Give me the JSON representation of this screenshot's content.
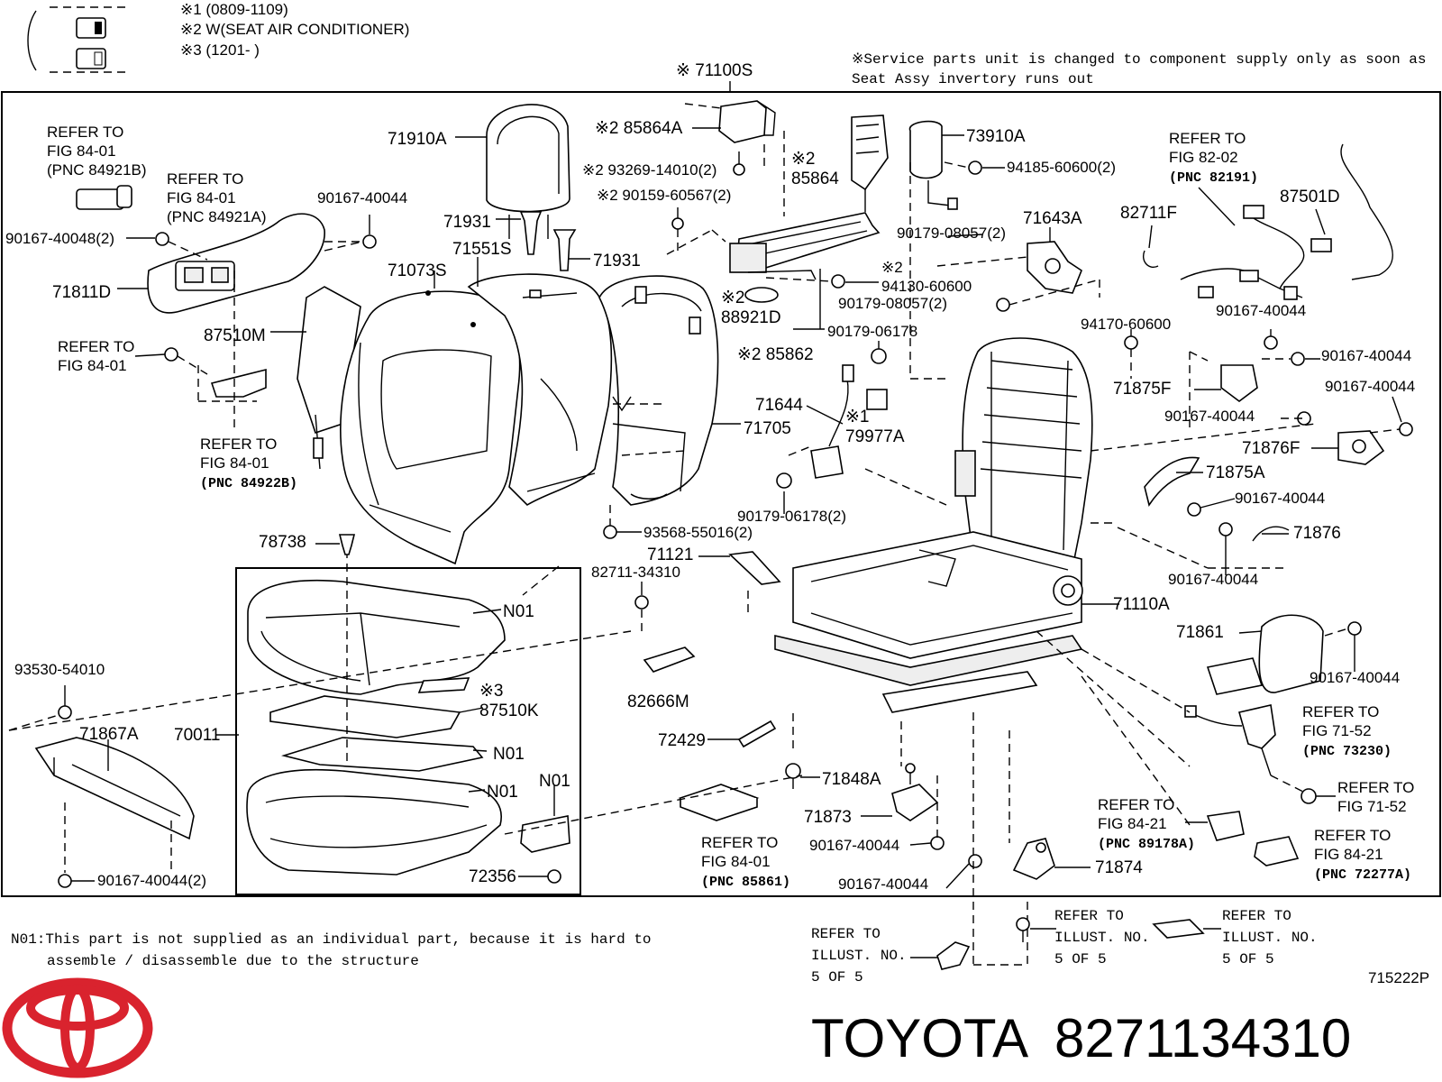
{
  "notes": {
    "note1": "※1 (0809-1109)",
    "note2": "※2 W(SEAT AIR CONDITIONER)",
    "note3": "※3 (1201-       )",
    "service_line1": "※Service parts unit is changed to component supply only as soon as",
    "service_line2": "Seat Assy invertory runs out",
    "main_assembly": "※ 71100S",
    "n01_line1": "N01:This part is not supplied as an individual part, because it is hard to",
    "n01_line2": "assemble / disassemble due to the structure",
    "figure_id": "715222P"
  },
  "labels": [
    {
      "id": "ref-84-01-a",
      "lines": [
        "REFER TO",
        "FIG 84-01",
        "(PNC 84921B)"
      ],
      "bold": false
    },
    {
      "id": "ref-84-01-b",
      "lines": [
        "REFER TO",
        "FIG 84-01",
        "(PNC 84921A)"
      ],
      "bold": false
    },
    {
      "id": "p-90167-40048",
      "lines": [
        "90167-40048(2)"
      ]
    },
    {
      "id": "p-90167-40044-a",
      "lines": [
        "90167-40044"
      ]
    },
    {
      "id": "p-71811d",
      "lines": [
        "71811D"
      ]
    },
    {
      "id": "p-71910a",
      "lines": [
        "71910A"
      ]
    },
    {
      "id": "p-71931-a",
      "lines": [
        "71931"
      ]
    },
    {
      "id": "p-71931-b",
      "lines": [
        "71931"
      ]
    },
    {
      "id": "p-71551s",
      "lines": [
        "71551S"
      ]
    },
    {
      "id": "p-71073s",
      "lines": [
        "71073S"
      ]
    },
    {
      "id": "p-87510m",
      "lines": [
        "87510M"
      ]
    },
    {
      "id": "ref-84-01-c",
      "lines": [
        "REFER TO",
        "FIG 84-01"
      ]
    },
    {
      "id": "ref-84-01-d",
      "lines": [
        "REFER TO",
        "FIG 84-01"
      ],
      "pnc": "(PNC  84922B)"
    },
    {
      "id": "p-85864a",
      "lines": [
        "※2 85864A"
      ]
    },
    {
      "id": "p-93269",
      "lines": [
        "※2 93269-14010(2)"
      ]
    },
    {
      "id": "p-90159",
      "lines": [
        "※2 90159-60567(2)"
      ]
    },
    {
      "id": "p-85864",
      "lines": [
        "※2",
        "85864"
      ]
    },
    {
      "id": "p-73910a",
      "lines": [
        "73910A"
      ]
    },
    {
      "id": "p-94185",
      "lines": [
        "94185-60600(2)"
      ]
    },
    {
      "id": "p-90179-08057-a",
      "lines": [
        "90179-08057(2)"
      ]
    },
    {
      "id": "p-71643a",
      "lines": [
        "71643A"
      ]
    },
    {
      "id": "p-82711f",
      "lines": [
        "82711F"
      ]
    },
    {
      "id": "ref-82-02",
      "lines": [
        "REFER TO",
        "FIG 82-02"
      ],
      "pnc": "(PNC  82191)"
    },
    {
      "id": "p-87501d",
      "lines": [
        "87501D"
      ]
    },
    {
      "id": "p-94130",
      "lines": [
        "※2",
        "94130-60600"
      ]
    },
    {
      "id": "p-90179-08057-b",
      "lines": [
        "90179-08057(2)"
      ]
    },
    {
      "id": "p-88921d",
      "lines": [
        "※2",
        "88921D"
      ]
    },
    {
      "id": "p-85862",
      "lines": [
        "※2 85862"
      ]
    },
    {
      "id": "p-90179-06178-a",
      "lines": [
        "90179-06178"
      ]
    },
    {
      "id": "p-94170",
      "lines": [
        "94170-60600"
      ]
    },
    {
      "id": "p-90167-40044-b",
      "lines": [
        "90167-40044"
      ]
    },
    {
      "id": "p-90167-40044-c",
      "lines": [
        "90167-40044"
      ]
    },
    {
      "id": "p-71644",
      "lines": [
        "71644"
      ]
    },
    {
      "id": "p-71705",
      "lines": [
        "71705"
      ]
    },
    {
      "id": "p-79977a",
      "lines": [
        "※1",
        "79977A"
      ]
    },
    {
      "id": "p-71875f",
      "lines": [
        "71875F"
      ]
    },
    {
      "id": "p-90167-40044-d",
      "lines": [
        "90167-40044"
      ]
    },
    {
      "id": "p-90167-40044-e",
      "lines": [
        "90167-40044"
      ]
    },
    {
      "id": "p-71876f",
      "lines": [
        "71876F"
      ]
    },
    {
      "id": "p-71875a",
      "lines": [
        "71875A"
      ]
    },
    {
      "id": "p-90167-40044-f",
      "lines": [
        "90167-40044"
      ]
    },
    {
      "id": "p-71876",
      "lines": [
        "71876"
      ]
    },
    {
      "id": "p-90167-40044-g",
      "lines": [
        "90167-40044"
      ]
    },
    {
      "id": "p-90179-06178-b",
      "lines": [
        "90179-06178(2)"
      ]
    },
    {
      "id": "p-93568",
      "lines": [
        "93568-55016(2)"
      ]
    },
    {
      "id": "p-78738",
      "lines": [
        "78738"
      ]
    },
    {
      "id": "p-71121",
      "lines": [
        "71121"
      ]
    },
    {
      "id": "p-82711-34310",
      "lines": [
        "82711-34310"
      ]
    },
    {
      "id": "p-71110a",
      "lines": [
        "71110A"
      ]
    },
    {
      "id": "p-71861",
      "lines": [
        "71861"
      ]
    },
    {
      "id": "p-90167-40044-h",
      "lines": [
        "90167-40044"
      ]
    },
    {
      "id": "p-n01-a",
      "lines": [
        "N01"
      ]
    },
    {
      "id": "p-93530",
      "lines": [
        "93530-54010"
      ]
    },
    {
      "id": "p-87510k",
      "lines": [
        "※3",
        "87510K"
      ]
    },
    {
      "id": "p-82666m",
      "lines": [
        "82666M"
      ]
    },
    {
      "id": "p-71867a",
      "lines": [
        "71867A"
      ]
    },
    {
      "id": "p-70011",
      "lines": [
        "70011"
      ]
    },
    {
      "id": "p-n01-b",
      "lines": [
        "N01"
      ]
    },
    {
      "id": "p-n01-c",
      "lines": [
        "N01"
      ]
    },
    {
      "id": "p-n01-d",
      "lines": [
        "N01"
      ]
    },
    {
      "id": "p-72429",
      "lines": [
        "72429"
      ]
    },
    {
      "id": "p-71848a",
      "lines": [
        "71848A"
      ]
    },
    {
      "id": "ref-71-52-a",
      "lines": [
        "REFER TO",
        "FIG 71-52"
      ],
      "pnc": "(PNC  73230)"
    },
    {
      "id": "ref-71-52-b",
      "lines": [
        "REFER TO",
        "FIG 71-52"
      ]
    },
    {
      "id": "p-71873",
      "lines": [
        "71873"
      ]
    },
    {
      "id": "ref-84-01-e",
      "lines": [
        "REFER TO",
        "FIG 84-01"
      ],
      "pnc": "(PNC  85861)"
    },
    {
      "id": "p-90167-40044-i",
      "lines": [
        "90167-40044"
      ]
    },
    {
      "id": "ref-84-21-a",
      "lines": [
        "REFER TO",
        "FIG 84-21"
      ],
      "pnc": "(PNC  89178A)"
    },
    {
      "id": "ref-84-21-b",
      "lines": [
        "REFER TO",
        "FIG 84-21"
      ],
      "pnc": "(PNC  72277A)"
    },
    {
      "id": "p-71874",
      "lines": [
        "71874"
      ]
    },
    {
      "id": "p-90167-40044-j",
      "lines": [
        "90167-40044"
      ]
    },
    {
      "id": "p-90167-40044-k",
      "lines": [
        "90167-40044(2)"
      ]
    },
    {
      "id": "p-72356",
      "lines": [
        "72356"
      ]
    },
    {
      "id": "ref-illust-a",
      "lines": [
        "REFER TO",
        "ILLUST. NO.",
        "5 OF 5"
      ]
    },
    {
      "id": "ref-illust-b",
      "lines": [
        "REFER TO",
        "ILLUST. NO.",
        "5 OF 5"
      ]
    },
    {
      "id": "ref-illust-c",
      "lines": [
        "REFER TO",
        "ILLUST. NO.",
        "5 OF 5"
      ]
    }
  ],
  "caption": {
    "brand": "TOYOTA",
    "part_number": "8271134310"
  },
  "colors": {
    "logo": "#d9232e",
    "line": "#000000"
  }
}
